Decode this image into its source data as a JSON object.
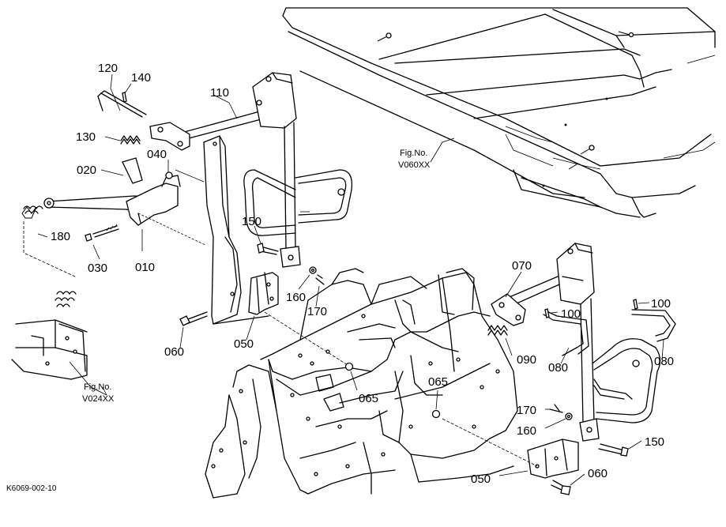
{
  "figure_code": "K6069-002-10",
  "references": [
    {
      "id": "ref-v060",
      "title": "Fig.No.",
      "code": "V060XX"
    },
    {
      "id": "ref-v024",
      "title": "Fig.No.",
      "code": "V024XX"
    }
  ],
  "parts": [
    {
      "id": "p120",
      "label": "120"
    },
    {
      "id": "p140",
      "label": "140"
    },
    {
      "id": "p110",
      "label": "110"
    },
    {
      "id": "p130",
      "label": "130"
    },
    {
      "id": "p040",
      "label": "040"
    },
    {
      "id": "p020",
      "label": "020"
    },
    {
      "id": "p180",
      "label": "180"
    },
    {
      "id": "p030",
      "label": "030"
    },
    {
      "id": "p010",
      "label": "010"
    },
    {
      "id": "p150a",
      "label": "150"
    },
    {
      "id": "p160a",
      "label": "160"
    },
    {
      "id": "p170a",
      "label": "170"
    },
    {
      "id": "p060a",
      "label": "060"
    },
    {
      "id": "p050a",
      "label": "050"
    },
    {
      "id": "p065a",
      "label": "065"
    },
    {
      "id": "p070",
      "label": "070"
    },
    {
      "id": "p100a",
      "label": "100"
    },
    {
      "id": "p100b",
      "label": "100"
    },
    {
      "id": "p090",
      "label": "090"
    },
    {
      "id": "p080a",
      "label": "080"
    },
    {
      "id": "p080b",
      "label": "080"
    },
    {
      "id": "p065b",
      "label": "065"
    },
    {
      "id": "p170b",
      "label": "170"
    },
    {
      "id": "p160b",
      "label": "160"
    },
    {
      "id": "p150b",
      "label": "150"
    },
    {
      "id": "p050b",
      "label": "050"
    },
    {
      "id": "p060b",
      "label": "060"
    }
  ]
}
